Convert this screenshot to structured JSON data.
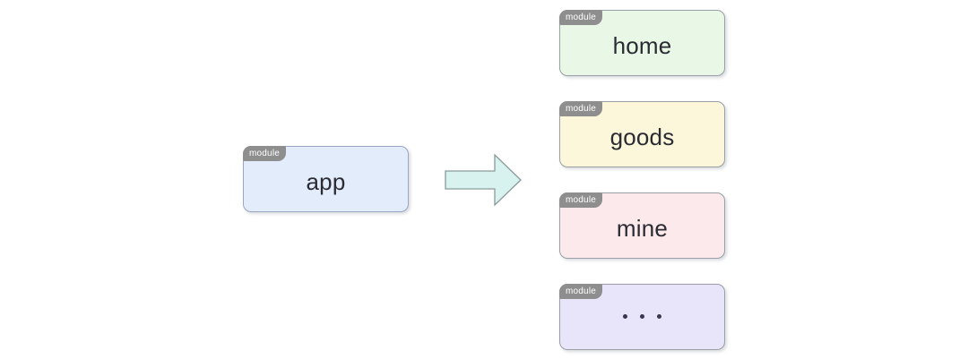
{
  "diagram": {
    "type": "module-split-diagram",
    "background_color": "#ffffff",
    "badge_label": "module",
    "badge_color": "#8e8e8e",
    "source": {
      "label": "app",
      "badge": "module",
      "fill_color": "#e3ecfb",
      "border_color": "#9aa7c4"
    },
    "arrow": {
      "name": "right-arrow",
      "fill_color": "#d7f2ef",
      "border_color": "#8a9a99",
      "direction": "right"
    },
    "targets": [
      {
        "label": "home",
        "badge": "module",
        "fill_color": "#e9f8e6",
        "border_color": "#9aa0a6"
      },
      {
        "label": "goods",
        "badge": "module",
        "fill_color": "#fcf6da",
        "border_color": "#9aa0a6"
      },
      {
        "label": "mine",
        "badge": "module",
        "fill_color": "#fbe9ec",
        "border_color": "#9aa0a6"
      },
      {
        "label": "...",
        "badge": "module",
        "fill_color": "#e8e4fa",
        "border_color": "#9aa0a6"
      }
    ]
  }
}
